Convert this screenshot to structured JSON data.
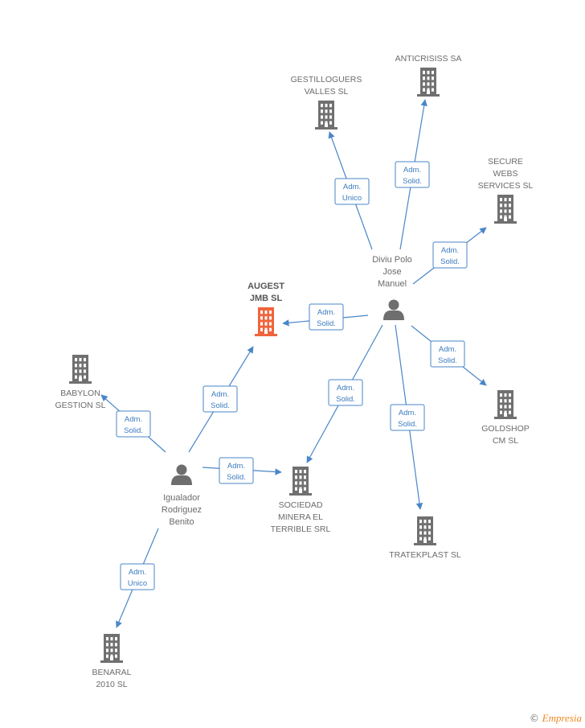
{
  "colors": {
    "edge": "#4a86c8",
    "building": "#707070",
    "building_main": "#f0643c",
    "person": "#6e6e6e"
  },
  "companies": [
    {
      "id": "gestilloguers",
      "lines": [
        "GESTILLOGUERS",
        "VALLES SL"
      ],
      "main": false,
      "label_pos": "above"
    },
    {
      "id": "anticrisiss",
      "lines": [
        "ANTICRISISS SA"
      ],
      "main": false,
      "label_pos": "above"
    },
    {
      "id": "secure",
      "lines": [
        "SECURE",
        "WEBS",
        "SERVICES SL"
      ],
      "main": false,
      "label_pos": "above"
    },
    {
      "id": "augest",
      "lines": [
        "AUGEST",
        "JMB SL"
      ],
      "main": true,
      "label_pos": "above"
    },
    {
      "id": "babylon",
      "lines": [
        "BABYLON",
        "GESTION SL"
      ],
      "main": false,
      "label_pos": "below"
    },
    {
      "id": "goldshop",
      "lines": [
        "GOLDSHOP",
        "CM SL"
      ],
      "main": false,
      "label_pos": "below"
    },
    {
      "id": "sociedad",
      "lines": [
        "SOCIEDAD",
        "MINERA EL",
        "TERRIBLE SRL"
      ],
      "main": false,
      "label_pos": "below"
    },
    {
      "id": "tratekplast",
      "lines": [
        "TRATEKPLAST SL"
      ],
      "main": false,
      "label_pos": "below"
    },
    {
      "id": "benaral",
      "lines": [
        "BENARAL",
        "2010 SL"
      ],
      "main": false,
      "label_pos": "below"
    }
  ],
  "persons": [
    {
      "id": "diviu",
      "lines": [
        "Diviu Polo",
        "Jose",
        "Manuel"
      ],
      "label_pos": "above"
    },
    {
      "id": "igualador",
      "lines": [
        "Igualador",
        "Rodriguez",
        "Benito"
      ],
      "label_pos": "below"
    }
  ],
  "edges": [
    {
      "from": "diviu",
      "to": "gestilloguers",
      "lines": [
        "Adm.",
        "Unico"
      ]
    },
    {
      "from": "diviu",
      "to": "anticrisiss",
      "lines": [
        "Adm.",
        "Solid."
      ]
    },
    {
      "from": "diviu",
      "to": "secure",
      "lines": [
        "Adm.",
        "Solid."
      ]
    },
    {
      "from": "diviu",
      "to": "augest",
      "lines": [
        "Adm.",
        "Solid."
      ]
    },
    {
      "from": "diviu",
      "to": "goldshop",
      "lines": [
        "Adm.",
        "Solid."
      ]
    },
    {
      "from": "diviu",
      "to": "sociedad",
      "lines": [
        "Adm.",
        "Solid."
      ]
    },
    {
      "from": "diviu",
      "to": "tratekplast",
      "lines": [
        "Adm.",
        "Solid."
      ]
    },
    {
      "from": "igualador",
      "to": "augest",
      "lines": [
        "Adm.",
        "Solid."
      ]
    },
    {
      "from": "igualador",
      "to": "babylon",
      "lines": [
        "Adm.",
        "Solid."
      ]
    },
    {
      "from": "igualador",
      "to": "sociedad",
      "lines": [
        "Adm.",
        "Solid."
      ]
    },
    {
      "from": "igualador",
      "to": "benaral",
      "lines": [
        "Adm.",
        "Unico"
      ]
    }
  ],
  "footer": {
    "copyright": "©",
    "brand": "Empresia"
  }
}
